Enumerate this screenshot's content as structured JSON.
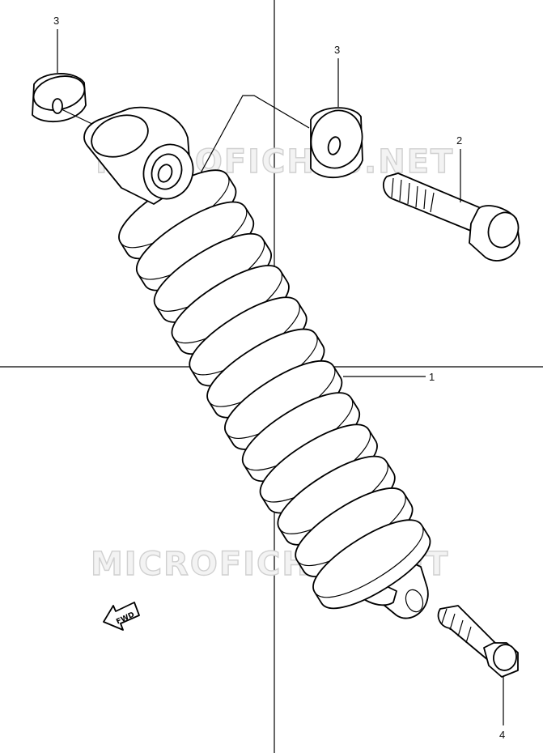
{
  "watermark": "MICROFICHES.NET",
  "callouts": [
    {
      "id": "1",
      "label": "1"
    },
    {
      "id": "2",
      "label": "2"
    },
    {
      "id": "3a",
      "label": "3"
    },
    {
      "id": "3b",
      "label": "3"
    },
    {
      "id": "4",
      "label": "4"
    }
  ],
  "fwd_label": "FWD"
}
